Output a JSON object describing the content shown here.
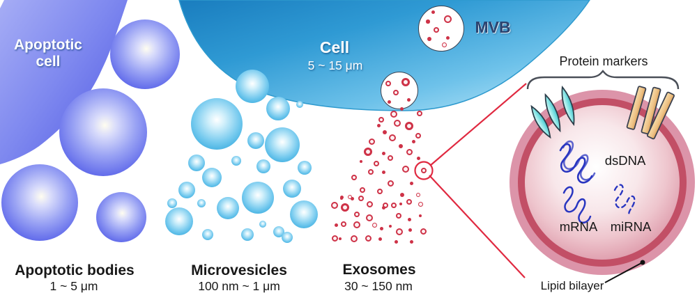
{
  "labels": {
    "apoptotic_line1": "Apoptotic",
    "apoptotic_line2": "cell",
    "cell_title": "Cell",
    "cell_size": "5 ~ 15 μm",
    "mvb": "MVB",
    "ab_title": "Apoptotic bodies",
    "ab_size": "1 ~ 5 μm",
    "mv_title": "Microvesicles",
    "mv_size": "100 nm ~ 1 μm",
    "exo_title": "Exosomes",
    "exo_size": "30 ~ 150 nm",
    "protein_markers": "Protein markers",
    "dsdna": "dsDNA",
    "mrna": "mRNA",
    "mirna": "miRNA",
    "lipid_bilayer": "Lipid bilayer"
  },
  "colors": {
    "apoptotic_blue": "#5f69ea",
    "microvesicle_cyan": "#2ea6dc",
    "cell_blue_dark": "#1b7fc0",
    "cell_blue_light": "#abdff5",
    "exosome_red": "#ce3247",
    "callout_red": "#e02940",
    "membrane_outer_pink": "#dc94a9",
    "membrane_inner_red": "#c24f66",
    "protein_cyan": "#5fd3d8",
    "protein_tan": "#eec387",
    "rna_blue": "#2936c0"
  },
  "shapes": {
    "ab_spheres": [
      [
        208,
        78,
        50
      ],
      [
        148,
        190,
        63
      ],
      [
        57,
        291,
        55
      ],
      [
        174,
        312,
        36
      ]
    ],
    "mv_spheres": [
      [
        362,
        124,
        24
      ],
      [
        311,
        178,
        37
      ],
      [
        399,
        156,
        17
      ],
      [
        430,
        150,
        5
      ],
      [
        367,
        202,
        12
      ],
      [
        405,
        208,
        25
      ],
      [
        282,
        234,
        12
      ],
      [
        339,
        231,
        7
      ],
      [
        304,
        255,
        14
      ],
      [
        378,
        239,
        10
      ],
      [
        437,
        241,
        10
      ],
      [
        268,
        273,
        12
      ],
      [
        370,
        284,
        23
      ],
      [
        419,
        271,
        13
      ],
      [
        289,
        292,
        6
      ],
      [
        327,
        299,
        16
      ],
      [
        257,
        318,
        20
      ],
      [
        298,
        337,
        8
      ],
      [
        355,
        337,
        9
      ],
      [
        377,
        322,
        5
      ],
      [
        400,
        333,
        8
      ],
      [
        436,
        308,
        20
      ],
      [
        412,
        341,
        8
      ],
      [
        247,
        292,
        7
      ]
    ],
    "mvb_circle": [
      633,
      41,
      33
    ],
    "mvb_dots": [
      [
        642,
        27,
        5.5,
        1
      ],
      [
        614,
        31,
        2.7,
        0
      ],
      [
        626,
        43,
        4,
        1
      ],
      [
        616,
        56,
        3,
        0
      ],
      [
        642,
        54,
        2.5,
        0
      ],
      [
        637,
        64,
        3.5,
        1
      ],
      [
        621,
        17,
        2.5,
        0
      ]
    ],
    "budding_circle": [
      573,
      130,
      27
    ],
    "exo_dots": [
      [
        557,
        120,
        4,
        1
      ],
      [
        582,
        118,
        6,
        1
      ],
      [
        568,
        133,
        4,
        1
      ],
      [
        558,
        146,
        2.5,
        0
      ],
      [
        586,
        143,
        2.5,
        0
      ],
      [
        576,
        156,
        2.5,
        0
      ],
      [
        565,
        164,
        5,
        1
      ],
      [
        602,
        163,
        4,
        1
      ],
      [
        547,
        172,
        4,
        1
      ],
      [
        570,
        177,
        5,
        1
      ],
      [
        587,
        181,
        6,
        1
      ],
      [
        543,
        180,
        2.5,
        0
      ],
      [
        552,
        190,
        3,
        0
      ],
      [
        563,
        198,
        5,
        1
      ],
      [
        533,
        203,
        4.5,
        1
      ],
      [
        600,
        195,
        4,
        1
      ],
      [
        593,
        203,
        2.5,
        0
      ],
      [
        575,
        210,
        3,
        0
      ],
      [
        528,
        218,
        6,
        1
      ],
      [
        550,
        220,
        2.5,
        0
      ],
      [
        587,
        218,
        4.5,
        1
      ],
      [
        560,
        227,
        4,
        1
      ],
      [
        518,
        232,
        2,
        0
      ],
      [
        540,
        235,
        4,
        1
      ],
      [
        600,
        227,
        2.5,
        0
      ],
      [
        582,
        243,
        5,
        1
      ],
      [
        550,
        247,
        2.5,
        0
      ],
      [
        532,
        247,
        4,
        1
      ],
      [
        508,
        255,
        4,
        1
      ],
      [
        560,
        263,
        4.5,
        1
      ],
      [
        590,
        263,
        2.5,
        0
      ],
      [
        520,
        273,
        4,
        1
      ],
      [
        545,
        275,
        4,
        1
      ],
      [
        577,
        280,
        3,
        0
      ],
      [
        600,
        280,
        3,
        1
      ],
      [
        505,
        285,
        2.5,
        0
      ],
      [
        530,
        293,
        4.5,
        1
      ],
      [
        553,
        295,
        4,
        1
      ],
      [
        490,
        285,
        2,
        0
      ],
      [
        608,
        245,
        4,
        1
      ],
      [
        490,
        283,
        2.5,
        0
      ],
      [
        502,
        283,
        3,
        1
      ],
      [
        518,
        285,
        4,
        1
      ],
      [
        480,
        295,
        5,
        1
      ],
      [
        495,
        298,
        6,
        1
      ],
      [
        512,
        308,
        4,
        1
      ],
      [
        530,
        313,
        5,
        1
      ],
      [
        550,
        298,
        2.5,
        0
      ],
      [
        565,
        295,
        4,
        1
      ],
      [
        575,
        293,
        2,
        0
      ],
      [
        587,
        290,
        4,
        1
      ],
      [
        603,
        293,
        3.5,
        1
      ],
      [
        572,
        310,
        4,
        1
      ],
      [
        587,
        315,
        2.5,
        0
      ],
      [
        603,
        310,
        2,
        0
      ],
      [
        482,
        323,
        2.5,
        0
      ],
      [
        493,
        322,
        4,
        1
      ],
      [
        512,
        323,
        5,
        1
      ],
      [
        537,
        323,
        3.5,
        1
      ],
      [
        547,
        328,
        2.5,
        0
      ],
      [
        560,
        325,
        2,
        0
      ],
      [
        573,
        333,
        5,
        1
      ],
      [
        588,
        330,
        2.5,
        0
      ],
      [
        607,
        332,
        4.5,
        1
      ],
      [
        480,
        342,
        4.5,
        1
      ],
      [
        488,
        343,
        2,
        0
      ],
      [
        508,
        343,
        5,
        1
      ],
      [
        528,
        342,
        4.5,
        1
      ],
      [
        545,
        343,
        2.5,
        0
      ],
      [
        568,
        347,
        2.5,
        0
      ],
      [
        590,
        347,
        2.5,
        0
      ]
    ]
  }
}
